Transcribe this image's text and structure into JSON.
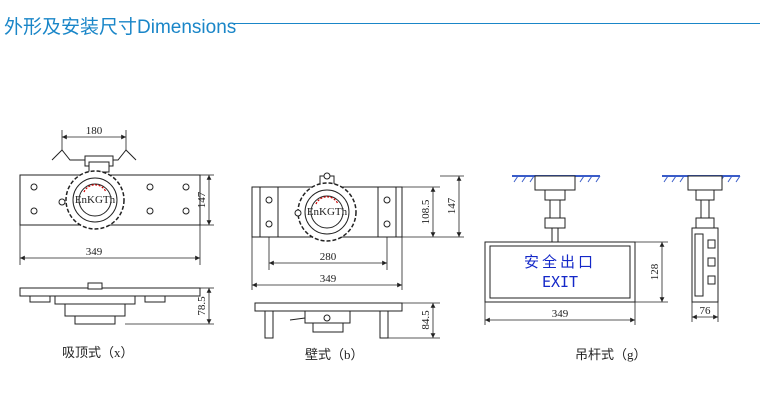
{
  "header": {
    "title": "外形及安装尺寸Dimensions",
    "accent": "#1a86c8"
  },
  "ceiling_mount": {
    "caption": "吸顶式（x）",
    "dim_top": "180",
    "dim_height": "147",
    "dim_width": "349",
    "dim_depth": "78.5",
    "lamp_text": "EnKGTh"
  },
  "wall_mount": {
    "caption": "壁式（b）",
    "dim_inner_height": "108.5",
    "dim_height": "147",
    "dim_inner_width": "280",
    "dim_width": "349",
    "dim_depth": "84.5",
    "lamp_text": "EnKGTh"
  },
  "pendant_mount": {
    "caption": "吊杆式（g）",
    "sign_text_cn": "安全出口",
    "sign_text_en": "EXIT",
    "sign_color": "#1428c8",
    "dim_height": "128",
    "dim_width": "349",
    "dim_side_depth": "76"
  }
}
